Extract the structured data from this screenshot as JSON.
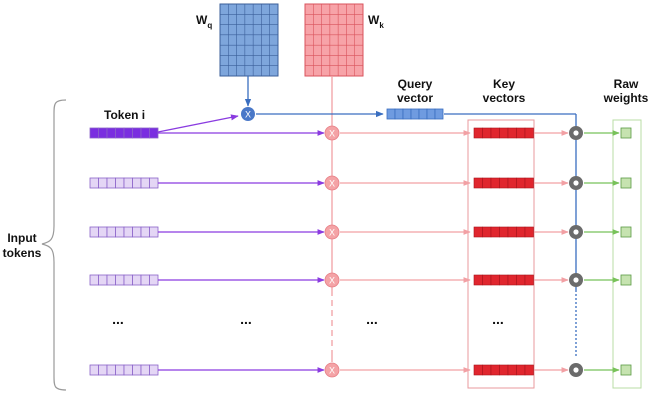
{
  "labels": {
    "wq_main": "W",
    "wq_sub": "q",
    "wk_main": "W",
    "wk_sub": "k",
    "token_i": "Token i",
    "query_line1": "Query",
    "query_line2": "vector",
    "key_line1": "Key",
    "key_line2": "vectors",
    "raw_line1": "Raw",
    "raw_line2": "weights",
    "input_line1": "Input",
    "input_line2": "tokens",
    "ellipsis": "...",
    "mult_symbol": "X"
  },
  "rows": [
    {
      "highlighted": true
    },
    {
      "highlighted": false
    },
    {
      "highlighted": false
    },
    {
      "highlighted": false
    },
    {
      "highlighted": false
    }
  ],
  "colors": {
    "wq_fill": "#7ea6dc",
    "wq_stroke": "#3b5f9a",
    "wk_fill": "#f7a3a8",
    "wk_stroke": "#d9535c",
    "token_highlight": "#7a2ee0",
    "token_plain": "#e4d6f5",
    "token_stroke": "#8a62c9",
    "purple_arrow": "#8a3be0",
    "pink_arrow": "#f2a0a4",
    "blue_line": "#3a6ec0",
    "key_fill": "#e0262e",
    "key_box": "#e89a9e",
    "mult_blue": "#4a78c8",
    "mult_pink": "#f4a3a6",
    "dot_gray": "#6b6b6b",
    "green_arrow": "#78c25a",
    "weight_fill": "#c6e3b0",
    "weight_stroke": "#5a9a44",
    "weight_box": "#b8dca4"
  },
  "icons": {
    "mult_node": "multiply-circle-icon",
    "dot_node": "dot-product-icon"
  }
}
